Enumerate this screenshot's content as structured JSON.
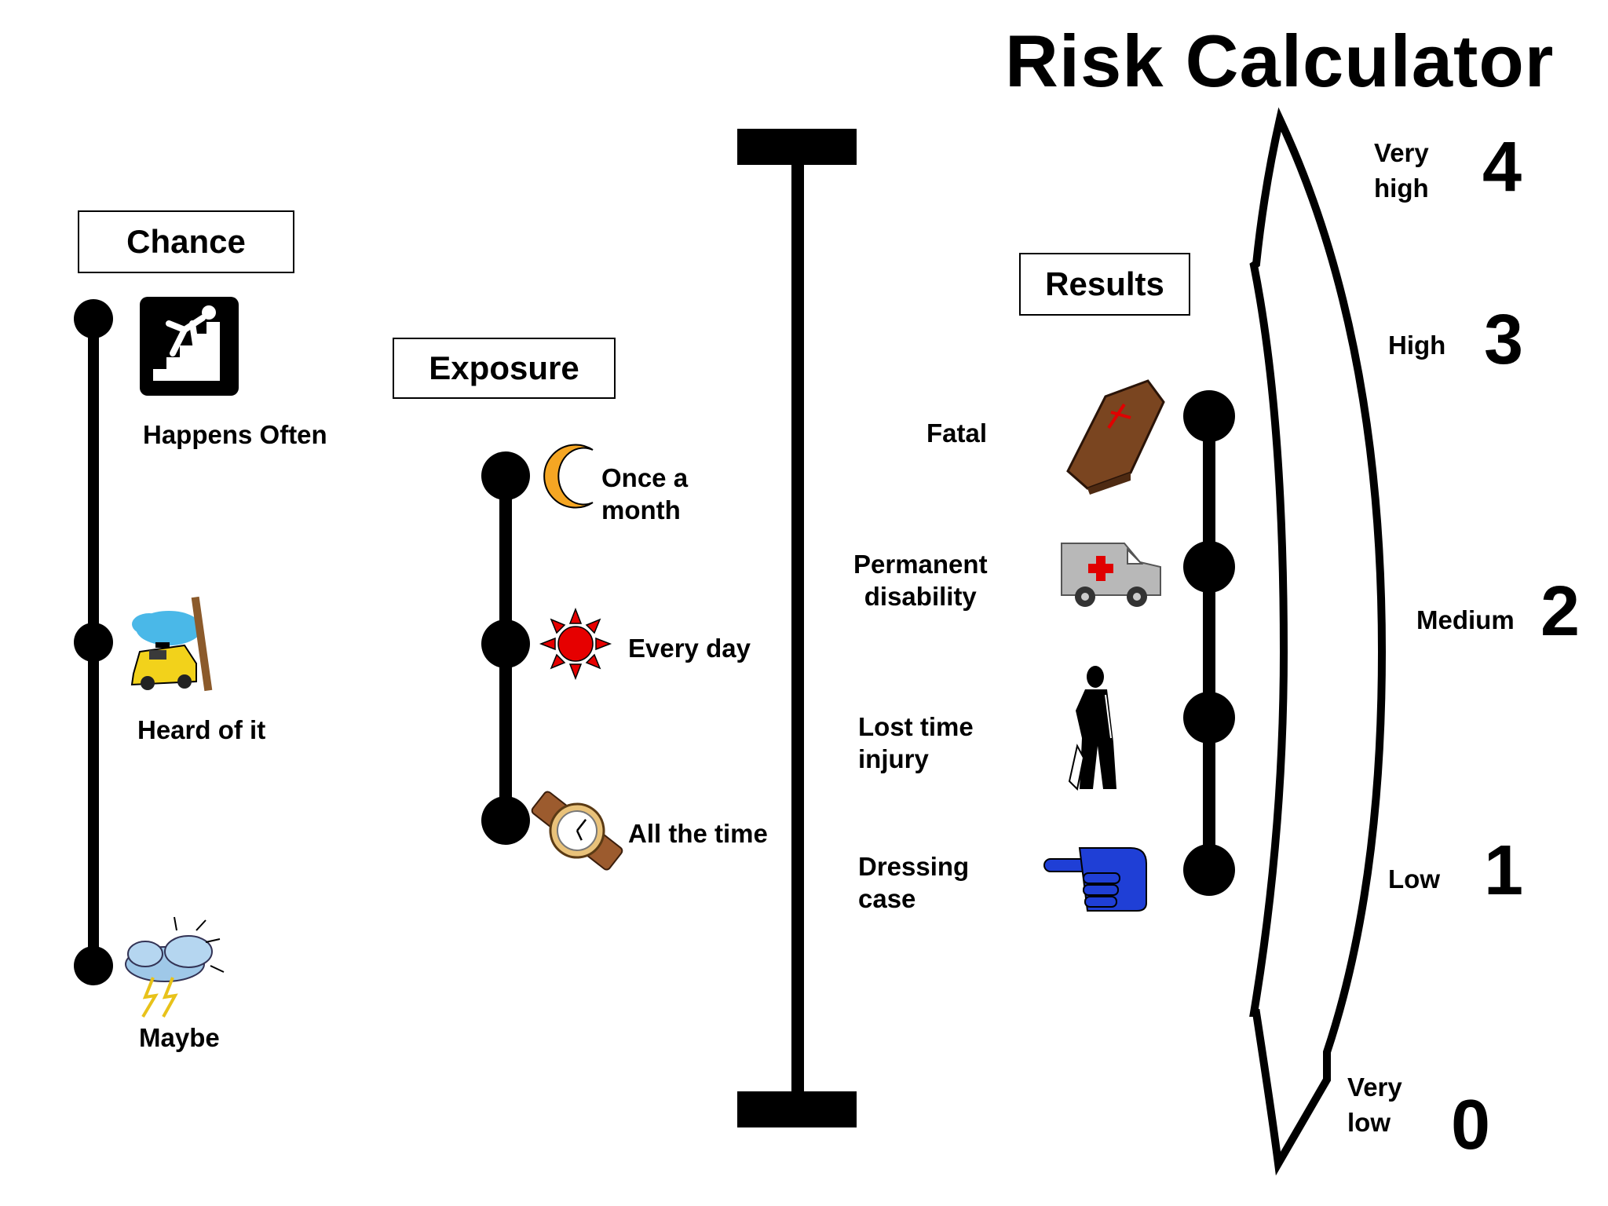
{
  "title": "Risk Calculator",
  "chance": {
    "heading": "Chance",
    "items": [
      {
        "label": "Happens Often",
        "icon": "falling-person-icon"
      },
      {
        "label": "Heard of it",
        "icon": "taxi-crash-icon"
      },
      {
        "label": "Maybe",
        "icon": "storm-cloud-icon"
      }
    ]
  },
  "exposure": {
    "heading": "Exposure",
    "items": [
      {
        "label": "Once a\nmonth",
        "icon": "crescent-moon-icon"
      },
      {
        "label": "Every day",
        "icon": "sun-icon"
      },
      {
        "label": "All the time",
        "icon": "wristwatch-icon"
      }
    ]
  },
  "results": {
    "heading": "Results",
    "items": [
      {
        "label": "Fatal",
        "icon": "coffin-icon"
      },
      {
        "label": "Permanent\ndisability",
        "icon": "ambulance-icon"
      },
      {
        "label": "Lost time\ninjury",
        "icon": "injured-person-icon"
      },
      {
        "label": "Dressing\ncase",
        "icon": "pointing-hand-icon"
      }
    ]
  },
  "scale": [
    {
      "label": "Very\nhigh",
      "value": "4"
    },
    {
      "label": "High",
      "value": "3"
    },
    {
      "label": "Medium",
      "value": "2"
    },
    {
      "label": "Low",
      "value": "1"
    },
    {
      "label": "Very\nlow",
      "value": "0"
    }
  ],
  "colors": {
    "moon": "#F5A623",
    "sun": "#E60000",
    "coffin": "#7A4520",
    "ambulance": "#B8B8B8",
    "cross": "#E00000",
    "hand": "#1F3FD6",
    "taxi": "#F2D21B",
    "sky": "#4AB8E8"
  }
}
